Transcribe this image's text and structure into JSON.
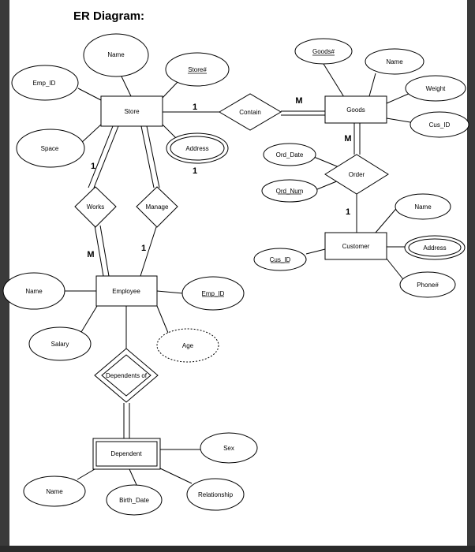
{
  "title": "ER Diagram:",
  "entities": {
    "store": "Store",
    "goods": "Goods",
    "employee": "Employee",
    "customer": "Customer",
    "dependent": "Dependent"
  },
  "relationships": {
    "contain": "Contain",
    "works": "Works",
    "manage": "Manage",
    "order": "Order",
    "dependents_of": "Dependents of"
  },
  "attributes": {
    "store_name": "Name",
    "store_id": "Store#",
    "emp_id_store": "Emp_ID",
    "space": "Space",
    "store_address": "Address",
    "goods_id": "Goods#",
    "goods_name": "Name",
    "weight": "Weight",
    "goods_cus_id": "Cus_ID",
    "ord_date": "Ord_Date",
    "ord_num": "Ord_Num",
    "cust_name": "Name",
    "cust_address": "Address",
    "phone": "Phone#",
    "cus_id": "Cus_ID",
    "emp_name": "Name",
    "emp_id": "Emp_ID",
    "salary": "Salary",
    "age": "Age",
    "sex": "Sex",
    "dep_name": "Name",
    "birth_date": "Birth_Date",
    "relationship": "Relationship"
  },
  "cardinalities": {
    "contain_store": "1",
    "contain_goods": "M",
    "order_goods": "M",
    "order_customer": "1",
    "works_store": "1",
    "works_employee": "M",
    "manage_store": "1",
    "manage_employee": "1"
  }
}
